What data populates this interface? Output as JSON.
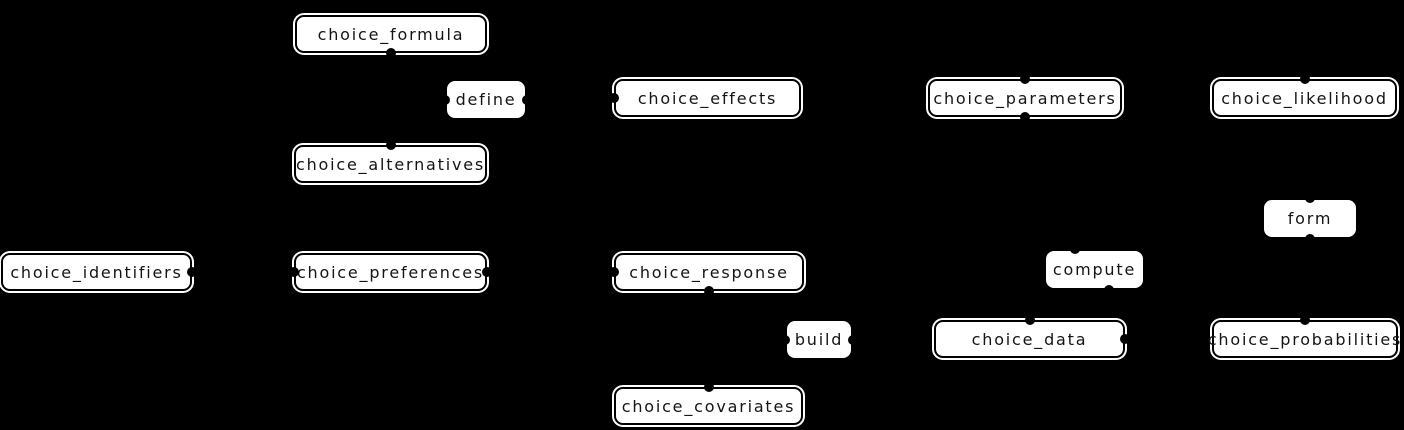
{
  "diagram": {
    "background_color": "#000000",
    "node_fill_color": "#ffffff",
    "node_border_color": "#000000",
    "text_color": "#141414",
    "nodes": [
      {
        "id": "choice_formula",
        "label": "choice_formula"
      },
      {
        "id": "choice_effects",
        "label": "choice_effects"
      },
      {
        "id": "choice_parameters",
        "label": "choice_parameters"
      },
      {
        "id": "choice_likelihood",
        "label": "choice_likelihood"
      },
      {
        "id": "choice_alternatives",
        "label": "choice_alternatives"
      },
      {
        "id": "choice_identifiers",
        "label": "choice_identifiers"
      },
      {
        "id": "choice_preferences",
        "label": "choice_preferences"
      },
      {
        "id": "choice_response",
        "label": "choice_response"
      },
      {
        "id": "choice_data",
        "label": "choice_data"
      },
      {
        "id": "choice_probabilities",
        "label": "choice_probabilities"
      },
      {
        "id": "choice_covariates",
        "label": "choice_covariates"
      }
    ],
    "edge_labels": [
      {
        "id": "define",
        "label": "define"
      },
      {
        "id": "form",
        "label": "form"
      },
      {
        "id": "compute",
        "label": "compute"
      },
      {
        "id": "build",
        "label": "build"
      }
    ]
  }
}
